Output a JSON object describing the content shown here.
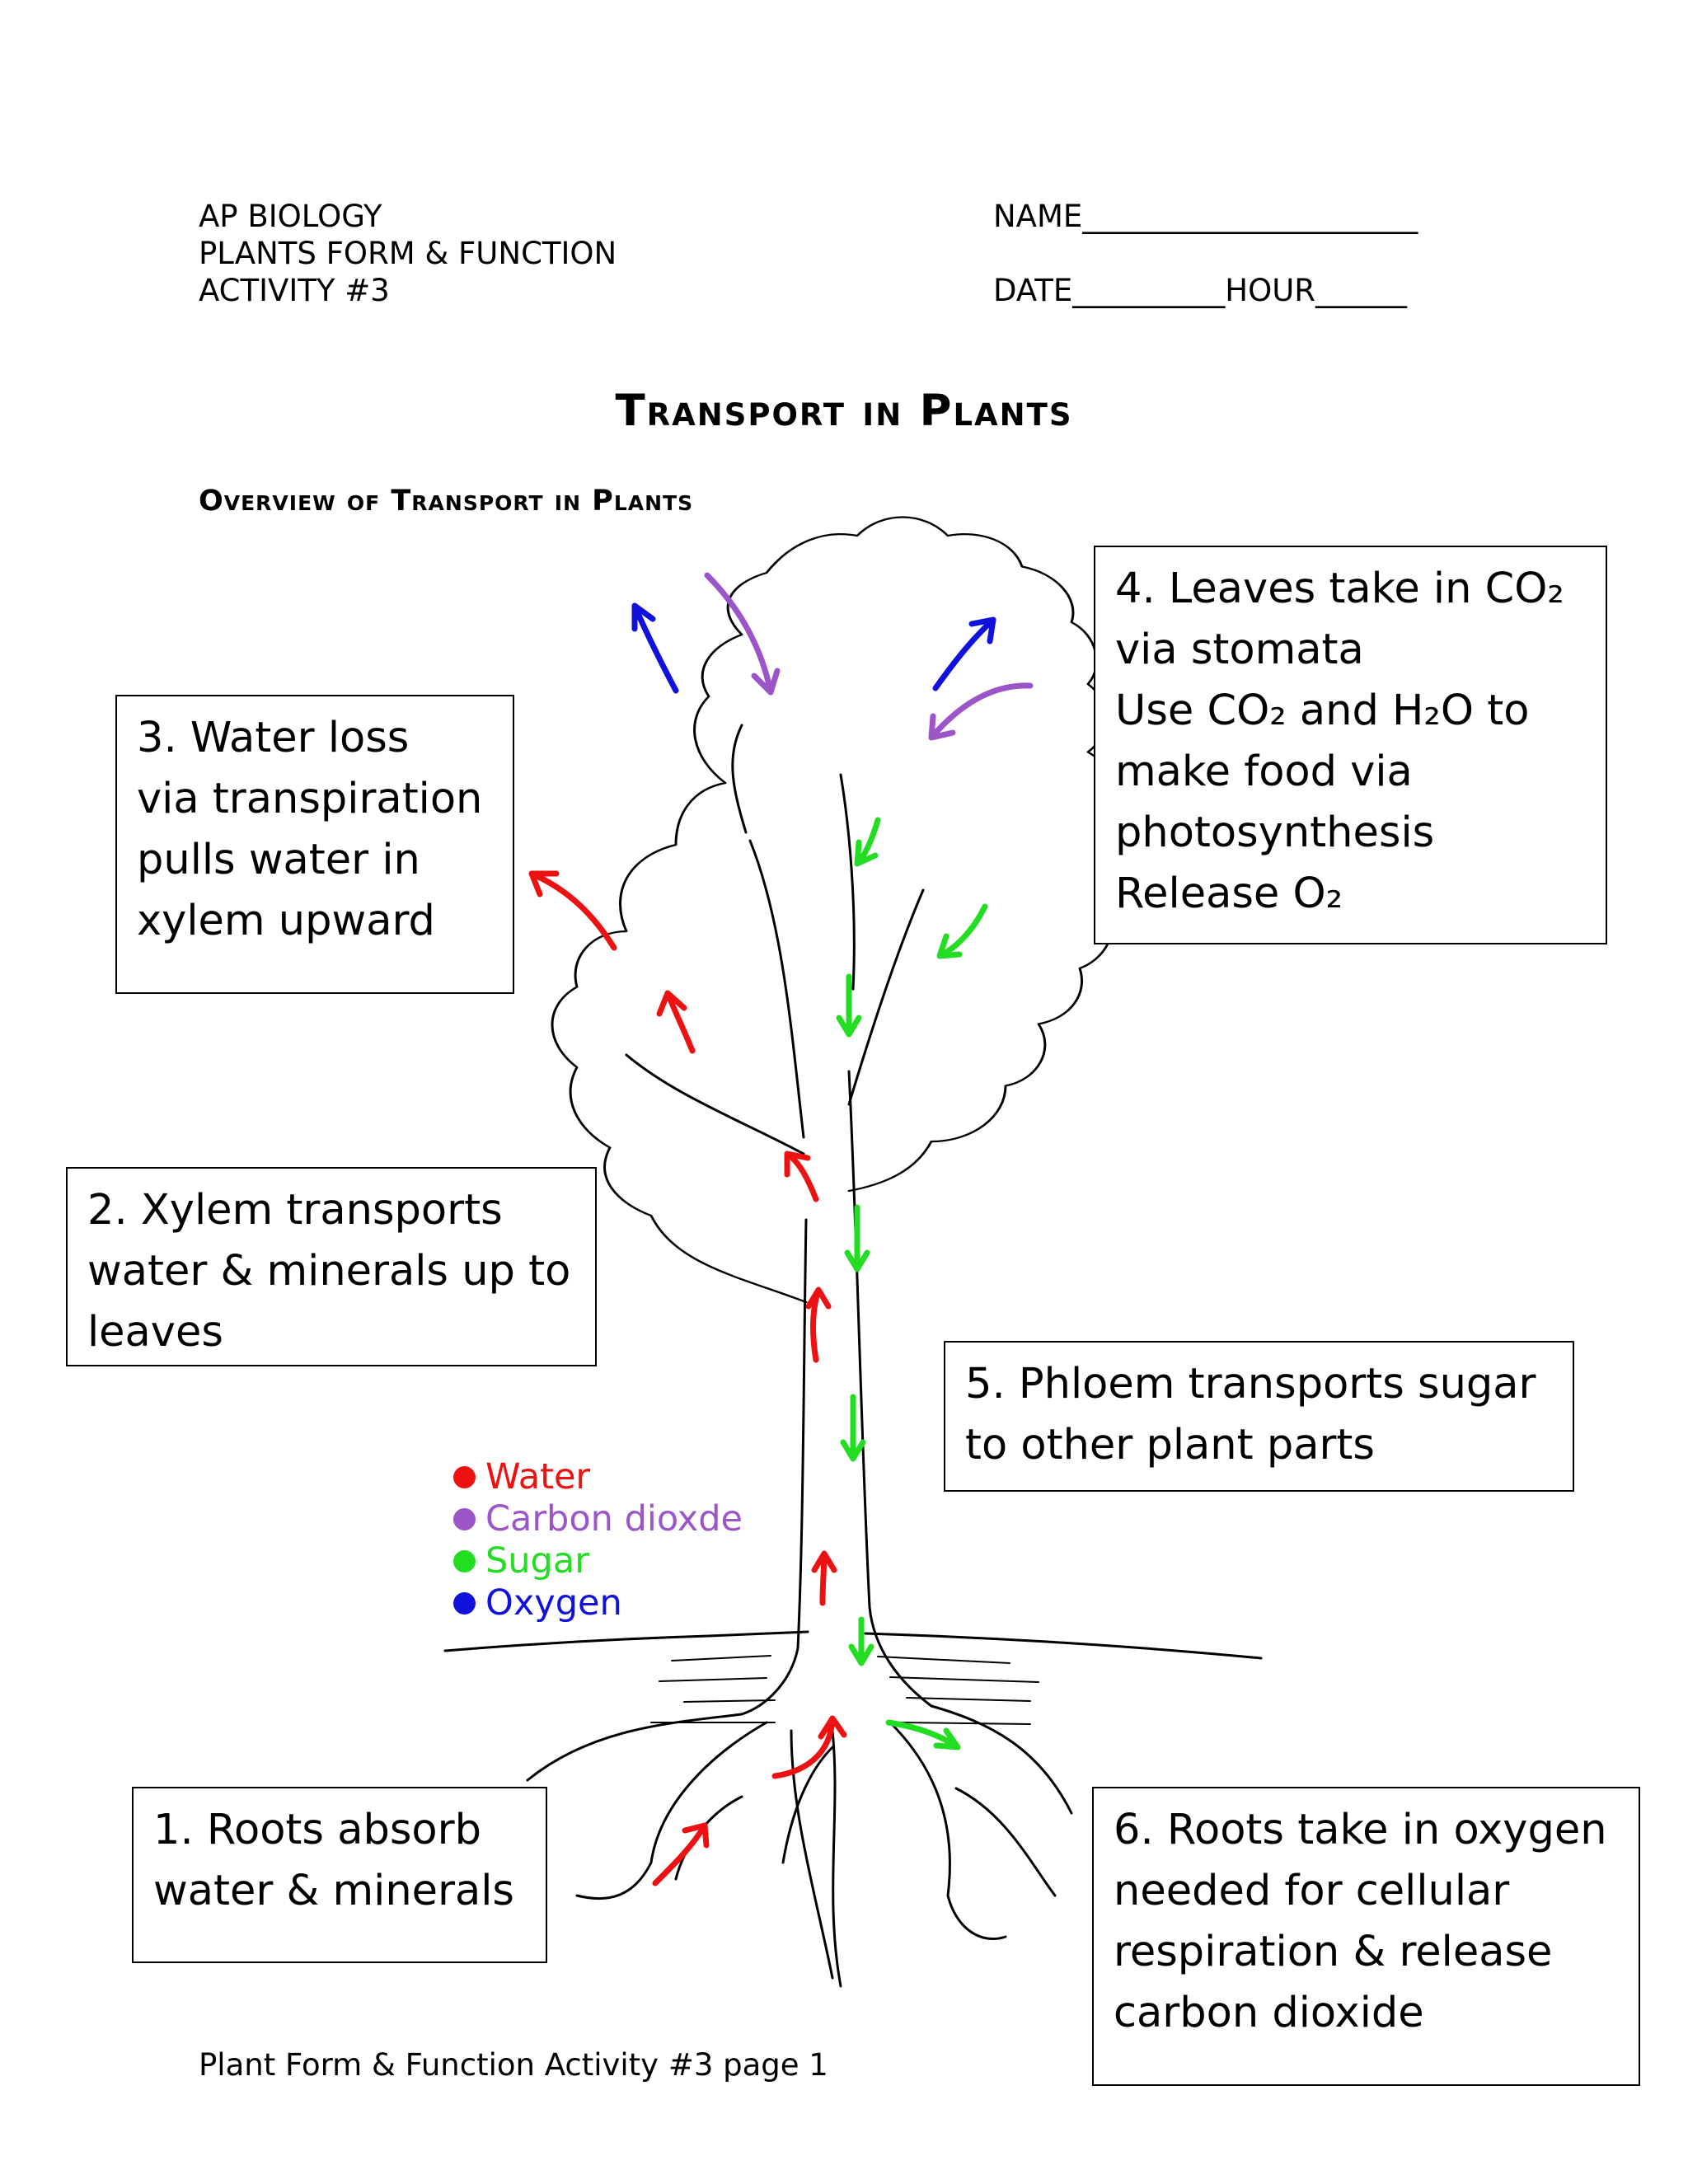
{
  "header": {
    "course": "AP BIOLOGY",
    "unit": "PLANTS FORM & FUNCTION",
    "activity": "ACTIVITY #3",
    "name_field": "NAME______________________",
    "date_hour_field": "DATE__________HOUR______"
  },
  "title": "Transport in Plants",
  "subtitle": "Overview of Transport in Plants",
  "boxes": {
    "box1": [
      "1.  Roots absorb",
      "water & minerals"
    ],
    "box2": [
      "2.  Xylem transports",
      "water & minerals up to",
      "leaves"
    ],
    "box3": [
      "3.  Water loss",
      "via transpiration",
      "pulls water in",
      "xylem upward"
    ],
    "box4": [
      "4. Leaves take in CO₂",
      "via stomata",
      "Use CO₂ and H₂O to",
      "make food via",
      "photosynthesis",
      "Release O₂"
    ],
    "box5": [
      "5.  Phloem transports sugar",
      "to other plant parts"
    ],
    "box6": [
      "6.  Roots take in oxygen",
      "needed for cellular",
      "respiration & release",
      "carbon dioxide"
    ]
  },
  "legend": [
    {
      "label": "Water",
      "color": "#ee1111"
    },
    {
      "label": "Carbon dioxde",
      "color": "#9b55c8"
    },
    {
      "label": "Sugar",
      "color": "#22dd22"
    },
    {
      "label": "Oxygen",
      "color": "#1111dd"
    }
  ],
  "footer": "Plant Form & Function Activity #3 page 1"
}
